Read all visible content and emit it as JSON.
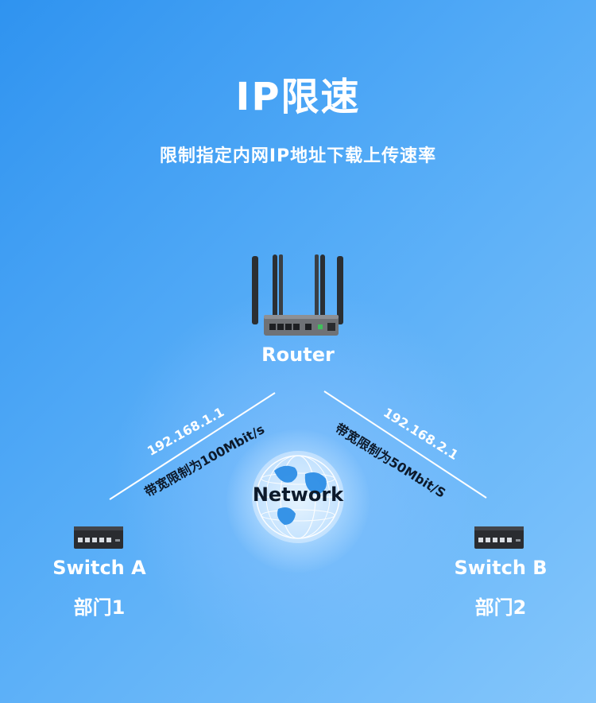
{
  "title": "IP限速",
  "subtitle": "限制指定内网IP地址下载上传速率",
  "router": {
    "label": "Router",
    "icon": "router-icon"
  },
  "network": {
    "label": "Network",
    "icon": "globe-icon"
  },
  "switch_a": {
    "label": "Switch A",
    "department": "部门1",
    "ip": "192.168.1.1",
    "bandwidth": "带宽限制为100Mbit/s",
    "icon": "switch-icon"
  },
  "switch_b": {
    "label": "Switch B",
    "department": "部门2",
    "ip": "192.168.2.1",
    "bandwidth": "带宽限制为50Mbit/S",
    "icon": "switch-icon"
  },
  "colors": {
    "background_start": "#2f93f0",
    "background_end": "#84c6fb",
    "text": "#ffffff",
    "dark_text": "#0d1a2b"
  }
}
